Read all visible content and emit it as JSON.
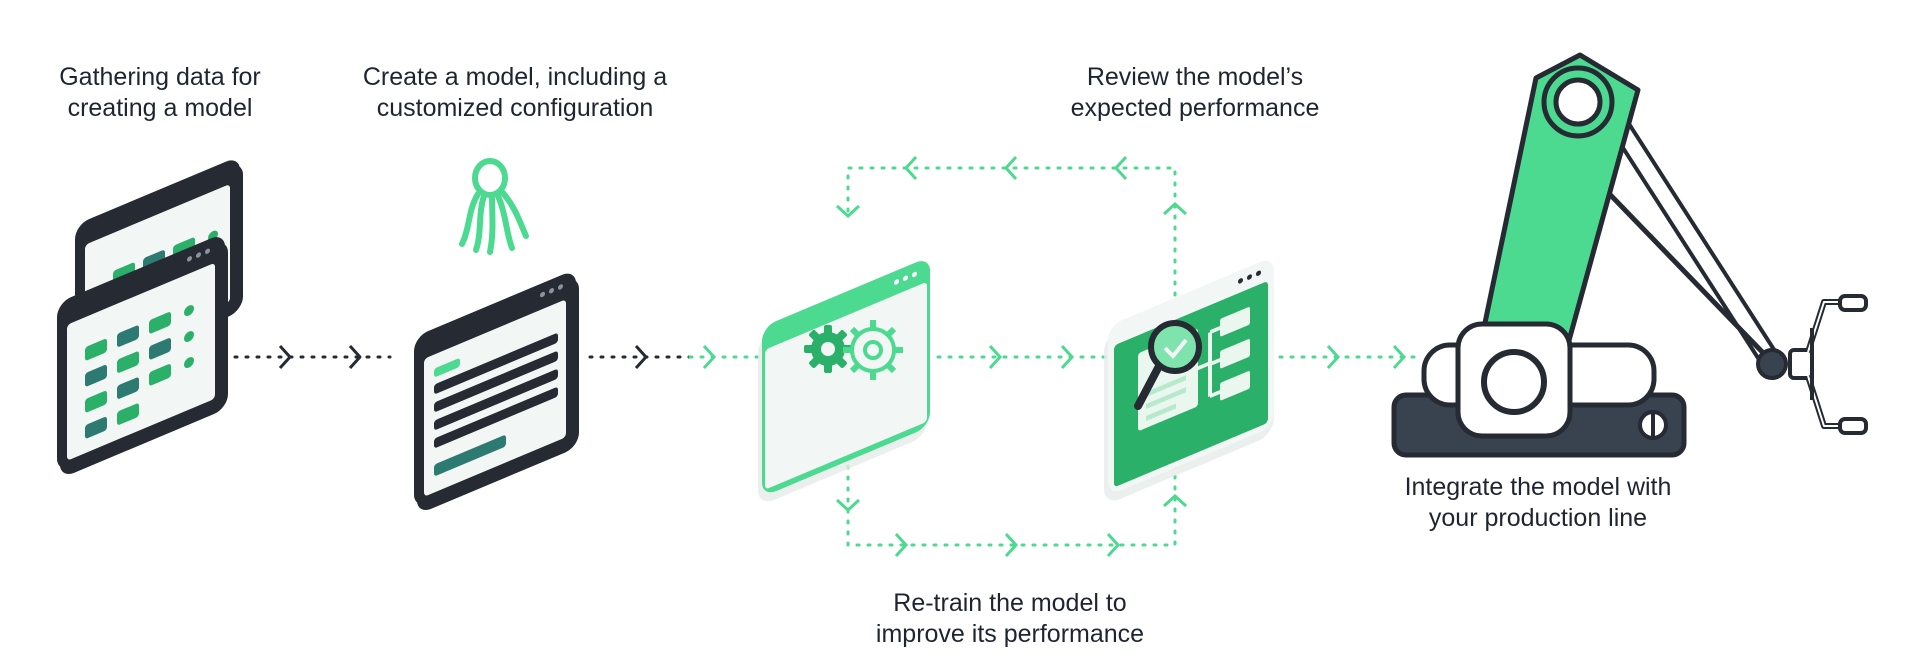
{
  "steps": [
    {
      "id": "gather",
      "lines": [
        "Gathering data for",
        "creating a model"
      ]
    },
    {
      "id": "create",
      "lines": [
        "Create a model, including a",
        "customized configuration"
      ]
    },
    {
      "id": "review",
      "lines": [
        "Review the model’s",
        "expected performance"
      ]
    },
    {
      "id": "integrate",
      "lines": [
        "Integrate the model with",
        "your production line"
      ]
    },
    {
      "id": "retrain",
      "lines": [
        "Re-train the model to",
        "improve its performance"
      ]
    }
  ],
  "colors": {
    "green": "#4cd990",
    "green_dark": "#2bb06a",
    "teal": "#2d7a73",
    "dark": "#252a33",
    "panel": "#f2f6f5",
    "navy": "#39424f"
  },
  "icons": [
    "data-sheets-icon",
    "model-config-window-icon",
    "octopus-logo-icon",
    "training-gears-icon",
    "performance-review-icon",
    "robot-arm-icon"
  ]
}
